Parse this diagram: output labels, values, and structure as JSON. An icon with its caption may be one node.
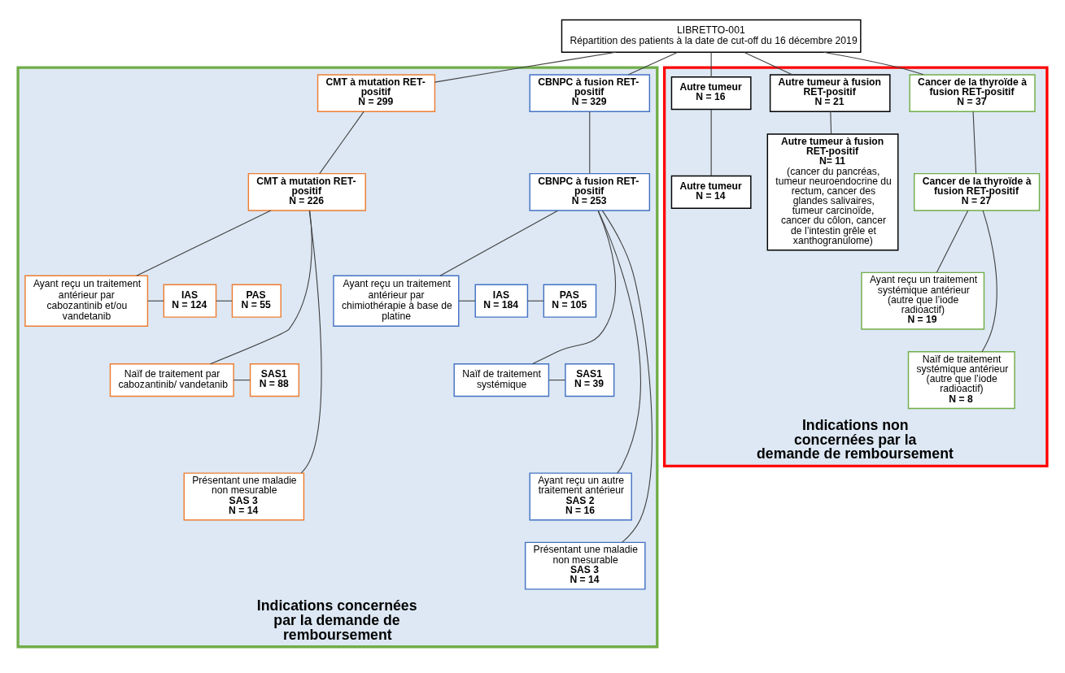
{
  "diagram": {
    "nodes": [
      {
        "text": [
          "LIBRETTO-001",
          "Répartition des patients à la date de cut-off du 16 décembre 2019"
        ]
      },
      {
        "text": [
          "Indications concernées par la demande de remboursement"
        ]
      },
      {
        "text": [
          "Indications non concernées par la demande de remboursement"
        ]
      },
      {
        "text": [
          "CBNPC à fusion RET-positif",
          "N = 329"
        ],
        "in": 1
      },
      {
        "text": [
          "CMT à mutation RET-positif",
          "N = 299"
        ],
        "in": 1
      },
      {
        "text": [
          "CBNPC à fusion RET-positif",
          "N = 253"
        ],
        "in": 1
      },
      {
        "text": [
          "CMT à mutation RET-positif",
          "N = 226"
        ],
        "in": 1
      },
      {
        "text": [
          "Ayant reçu un traitement antérieur par chimiothérapie à base de platine"
        ],
        "in": 1
      },
      {
        "text": [
          "IAS",
          "N = 184"
        ],
        "in": 1
      },
      {
        "text": [
          "PAS",
          "N = 105"
        ],
        "in": 1
      },
      {
        "text": [
          "Naïf de traitement systémique"
        ],
        "in": 1
      },
      {
        "text": [
          "SAS1",
          "N = 39"
        ],
        "in": 1
      },
      {
        "text": [
          "Ayant reçu un autre traitement antérieur",
          "SAS 2",
          "N = 16"
        ],
        "in": 1
      },
      {
        "text": [
          "Présentant une maladie non mesurable",
          "SAS 3",
          "N = 14"
        ],
        "in": 1
      },
      {
        "text": [
          "Ayant reçu un traitement antérieur par cabozantinib et/ou vandetanib"
        ],
        "in": 1
      },
      {
        "text": [
          "IAS",
          "N = 124"
        ],
        "in": 1
      },
      {
        "text": [
          "PAS",
          "N = 55"
        ],
        "in": 1
      },
      {
        "text": [
          "Naïf de traitement par cabozantinib/ vandetanib"
        ],
        "in": 1
      },
      {
        "text": [
          "SAS1",
          "N = 88"
        ],
        "in": 1
      },
      {
        "text": [
          "Présentant une maladie non mesurable",
          "SAS 3",
          "N = 14"
        ],
        "in": 1
      },
      {
        "text": [
          "Cancer de la thyroïde à fusion RET-positif",
          "N = 37"
        ],
        "in": 2
      },
      {
        "text": [
          "Autre tumeur à fusion RET-positif",
          "N = 21"
        ],
        "in": 2
      },
      {
        "text": [
          "Autre tumeur",
          "N = 16"
        ],
        "in": 2
      },
      {
        "text": [
          "Cancer de la thyroïde à fusion RET-positif",
          "N = 27"
        ],
        "in": 2
      },
      {
        "text": [
          "Autre tumeur à fusion RET-positif",
          "N= 11",
          "(cancer du pancréas, tumeur neuroendocrine du rectum, cancer des glandes salivaires, tumeur carcinoïde, cancer du côlon, cancer de l’intestin grêle et xanthogranulome)"
        ],
        "in": 2
      },
      {
        "text": [
          "Autre tumeur",
          "N = 14"
        ],
        "in": 2
      },
      {
        "text": [
          "Ayant reçu un traitement systémique antérieur (autre que l’iode radioactif)",
          "N = 19"
        ],
        "in": 2
      },
      {
        "text": [
          "Naïf de traitement systémique antérieur (autre que l’iode radioactif)",
          "N = 8"
        ],
        "in": 2
      }
    ],
    "edges": [
      {
        "from": 0,
        "to": 3,
        "arrow": "none"
      },
      {
        "from": 0,
        "to": 4,
        "arrow": "none"
      },
      {
        "from": 0,
        "to": 20,
        "arrow": "none"
      },
      {
        "from": 0,
        "to": 21,
        "arrow": "none"
      },
      {
        "from": 0,
        "to": 22,
        "arrow": "none"
      },
      {
        "from": 3,
        "to": 5,
        "arrow": "none"
      },
      {
        "from": 4,
        "to": 6,
        "arrow": "none"
      },
      {
        "from": 5,
        "to": 7,
        "arrow": "none"
      },
      {
        "from": 5,
        "to": 10,
        "arrow": "none"
      },
      {
        "from": 5,
        "to": 12,
        "arrow": "none"
      },
      {
        "from": 5,
        "to": 13,
        "arrow": "none"
      },
      {
        "from": 7,
        "to": 8,
        "arrow": "none"
      },
      {
        "from": 8,
        "to": 9,
        "arrow": "none"
      },
      {
        "from": 10,
        "to": 11,
        "arrow": "none"
      },
      {
        "from": 6,
        "to": 14,
        "arrow": "none"
      },
      {
        "from": 6,
        "to": 17,
        "arrow": "none"
      },
      {
        "from": 6,
        "to": 19,
        "arrow": "none"
      },
      {
        "from": 14,
        "to": 15,
        "arrow": "none"
      },
      {
        "from": 15,
        "to": 16,
        "arrow": "none"
      },
      {
        "from": 17,
        "to": 18,
        "arrow": "none"
      },
      {
        "from": 20,
        "to": 23,
        "arrow": "none"
      },
      {
        "from": 21,
        "to": 24,
        "arrow": "none"
      },
      {
        "from": 22,
        "to": 25,
        "arrow": "none"
      },
      {
        "from": 23,
        "to": 26,
        "arrow": "none"
      },
      {
        "from": 23,
        "to": 27,
        "arrow": "none"
      }
    ]
  }
}
